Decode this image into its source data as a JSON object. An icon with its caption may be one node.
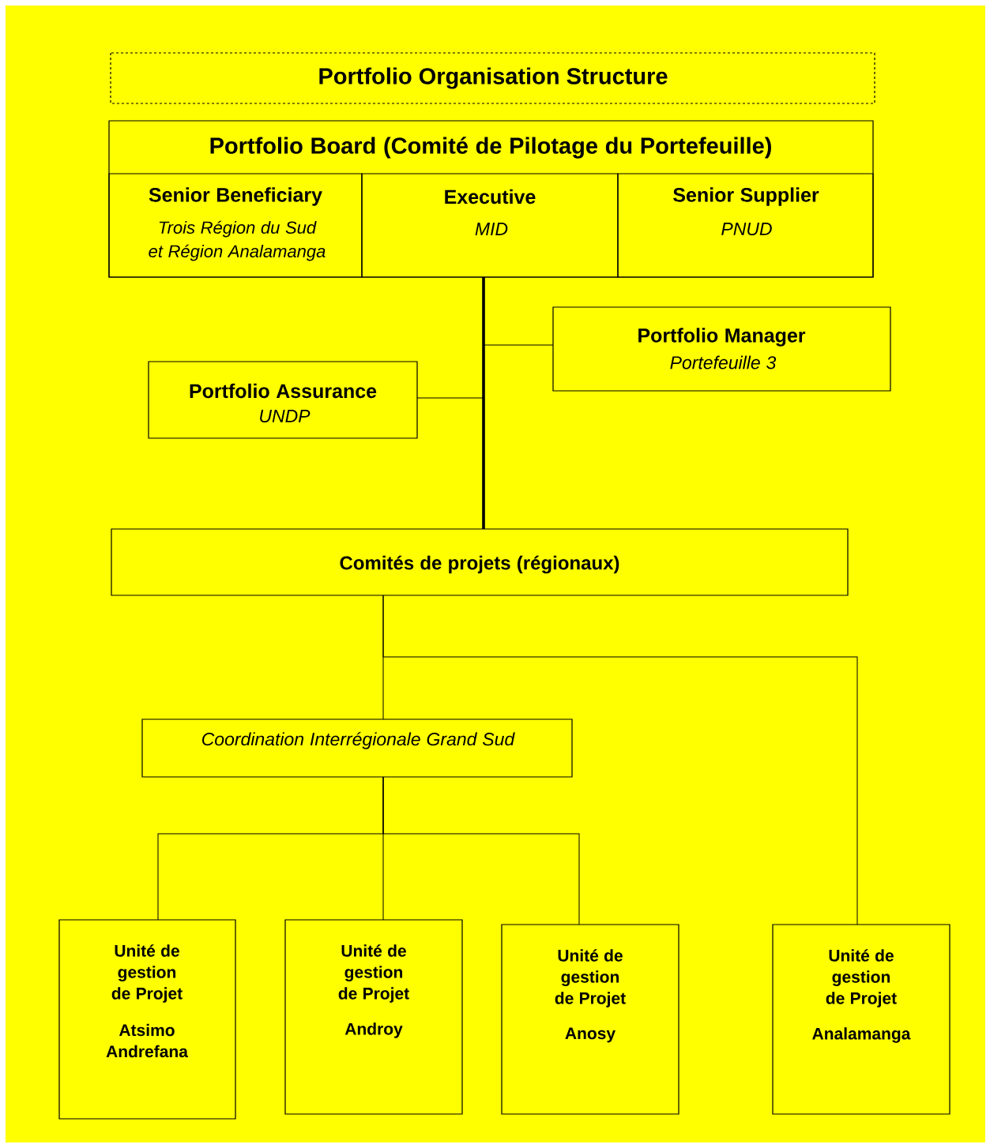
{
  "diagram": {
    "title": "Portfolio Organisation Structure",
    "nodes": [
      {
        "text": [
          "Portfolio Board (Comité de Pilotage du Portefeuille)"
        ]
      },
      {
        "text": [
          "Senior Beneficiary",
          "Trois Région du Sud et Région Analamanga"
        ],
        "in": 0
      },
      {
        "text": [
          "Executive",
          "MID"
        ],
        "in": 0
      },
      {
        "text": [
          "Senior Supplier",
          "PNUD"
        ],
        "in": 0
      },
      {
        "text": [
          "Portfolio Manager",
          "Portefeuille 3"
        ]
      },
      {
        "text": [
          "Portfolio Assurance",
          "UNDP"
        ]
      },
      {
        "text": [
          "Comités de projets (régionaux)"
        ]
      },
      {
        "text": [
          "Coordination Interrégionale Grand Sud"
        ]
      },
      {
        "text": [
          "Unité de gestion de Projet",
          "Atsimo Andrefana"
        ]
      },
      {
        "text": [
          "Unité de gestion de Projet",
          "Androy"
        ]
      },
      {
        "text": [
          "Unité de gestion de Projet",
          "Anosy"
        ]
      },
      {
        "text": [
          "Unité de gestion de Projet",
          "Analamanga"
        ]
      }
    ],
    "edges": [
      {
        "from": 0,
        "to": 6,
        "arrow": "none",
        "style": "thick"
      },
      {
        "from": 0,
        "to": 4,
        "arrow": "none"
      },
      {
        "from": 0,
        "to": 5,
        "arrow": "none"
      },
      {
        "from": 6,
        "to": 7,
        "arrow": "none"
      },
      {
        "from": 6,
        "to": 11,
        "arrow": "none"
      },
      {
        "from": 7,
        "to": 8,
        "arrow": "none"
      },
      {
        "from": 7,
        "to": 9,
        "arrow": "none"
      },
      {
        "from": 7,
        "to": 10,
        "arrow": "none"
      }
    ]
  }
}
